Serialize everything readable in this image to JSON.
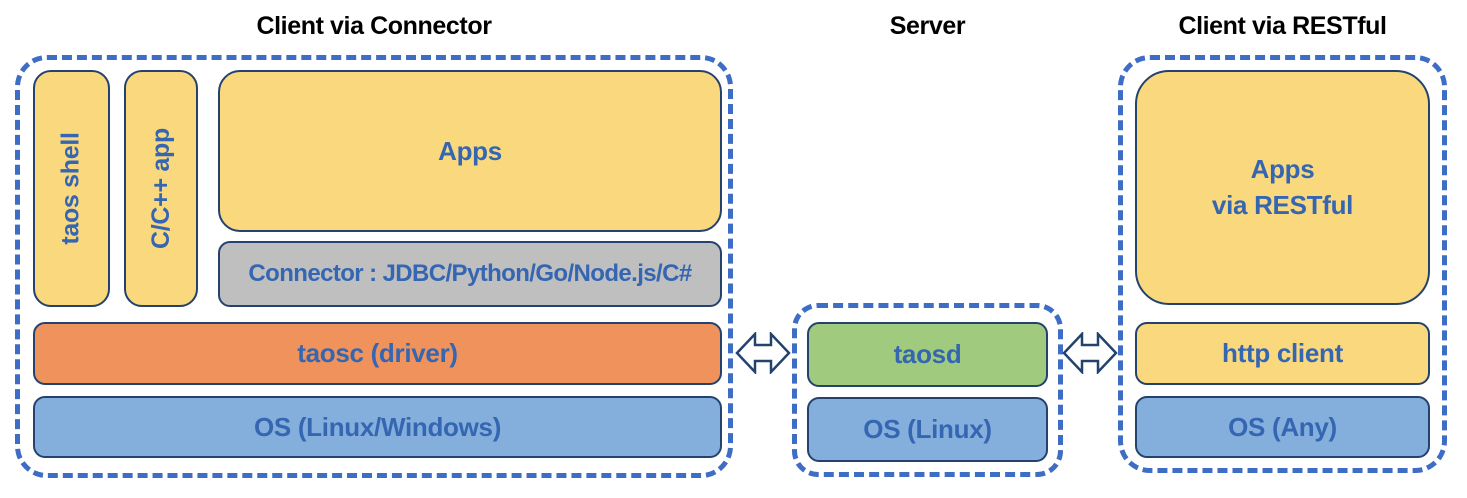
{
  "colors": {
    "fill_yellow": "#FAD87E",
    "fill_gray": "#BFBFBF",
    "fill_orange": "#F0925B",
    "fill_blue": "#84AFDC",
    "fill_green": "#A0CB7E",
    "box_border": "#24426E",
    "dash_border": "#3E6DC5",
    "label_text": "#3566B1",
    "title_text": "#000000",
    "arrow_fill": "#FFFFFF",
    "arrow_stroke": "#24426E"
  },
  "sections": {
    "connector": {
      "title": "Client via Connector",
      "nodes": {
        "taos_shell": {
          "label": "taos shell"
        },
        "cpp_app": {
          "label": "C/C++ app"
        },
        "apps": {
          "label": "Apps"
        },
        "connector_box": {
          "label": "Connector : JDBC/Python/Go/Node.js/C#"
        },
        "taosc": {
          "label": "taosc (driver)"
        },
        "os": {
          "label": "OS (Linux/Windows)"
        }
      }
    },
    "server": {
      "title": "Server",
      "nodes": {
        "taosd": {
          "label": "taosd"
        },
        "os": {
          "label": "OS (Linux)"
        }
      }
    },
    "restful": {
      "title": "Client via RESTful",
      "nodes": {
        "apps_restful": {
          "label_line1": "Apps",
          "label_line2": "via RESTful"
        },
        "http_client": {
          "label": "http client"
        },
        "os": {
          "label": "OS (Any)"
        }
      }
    }
  },
  "connectors": {
    "left_arrow": {
      "icon": "double-headed-arrow-icon",
      "between": "connector-client and server"
    },
    "right_arrow": {
      "icon": "double-headed-arrow-icon",
      "between": "server and restful-client"
    }
  }
}
